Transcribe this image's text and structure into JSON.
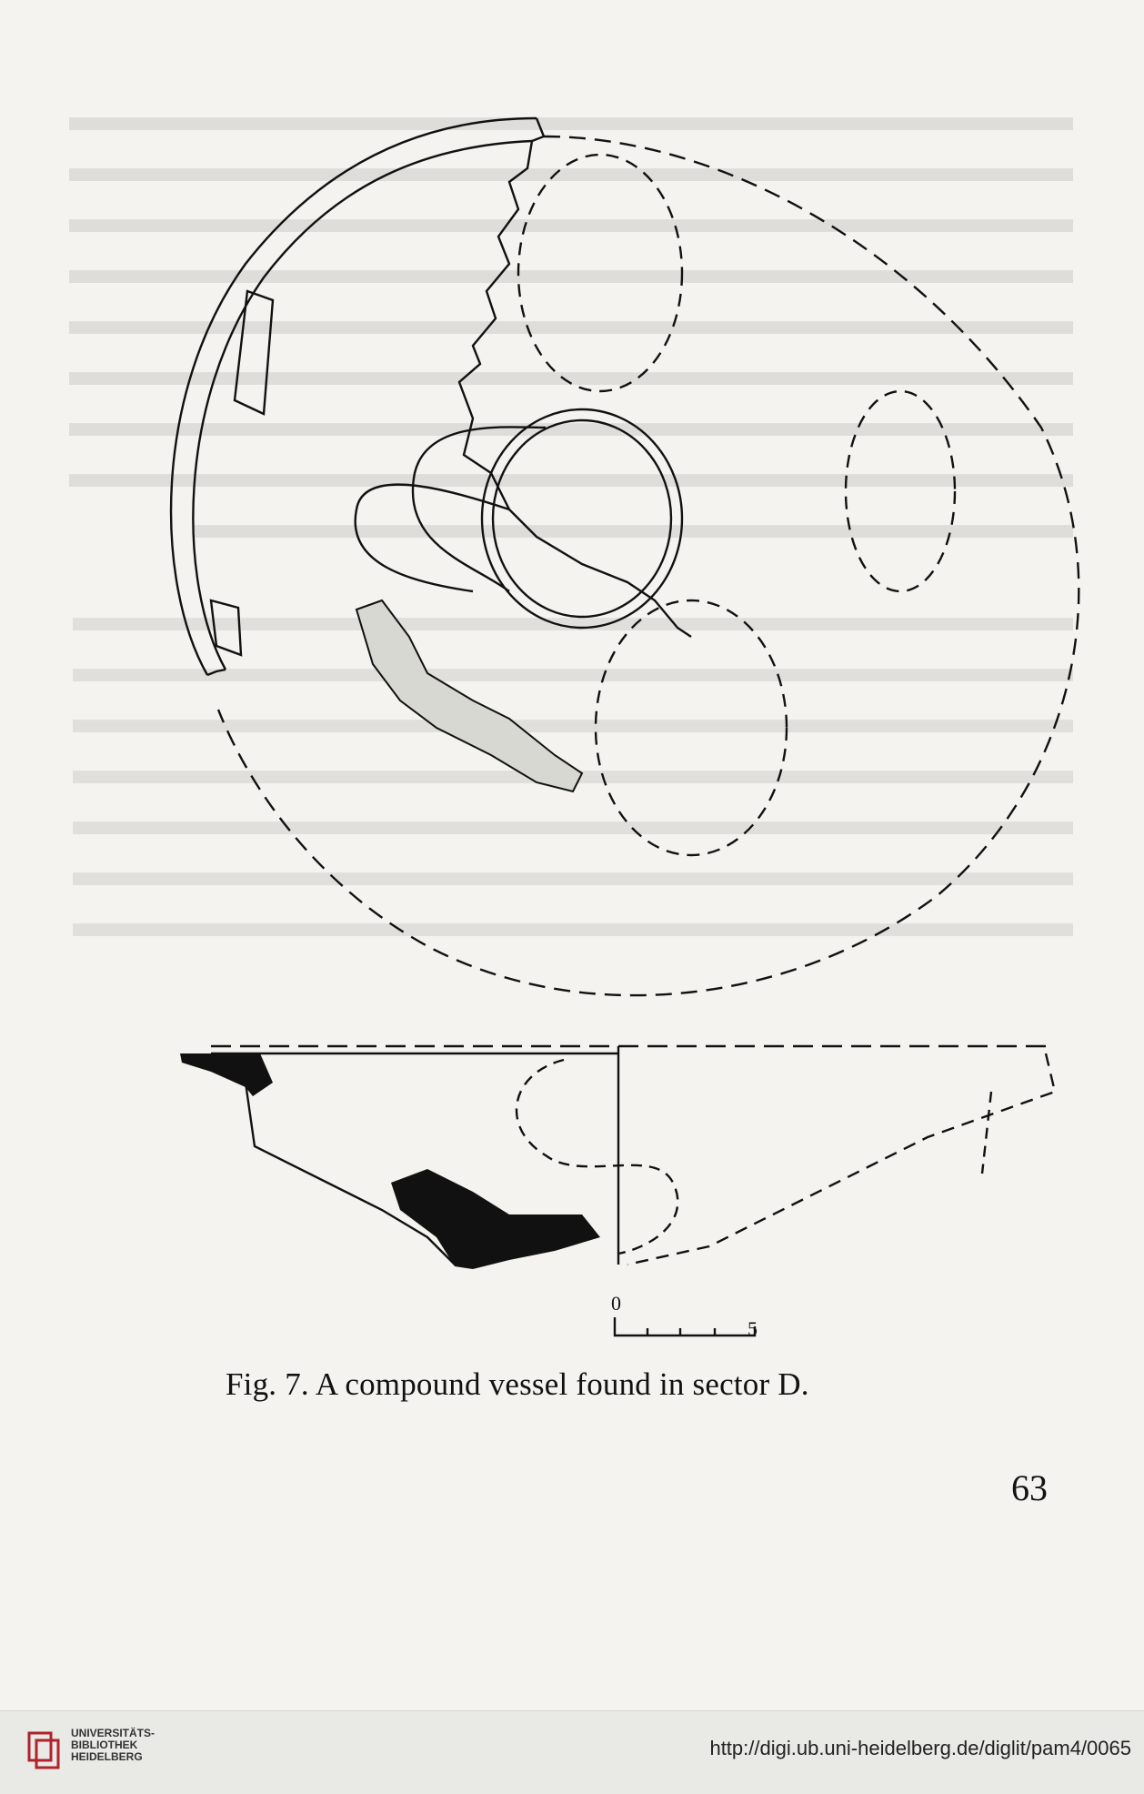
{
  "figure": {
    "caption": "Fig. 7. A compound vessel found in sector D.",
    "scale_zero": "0",
    "scale_five": "5"
  },
  "page": {
    "number": "63"
  },
  "footer": {
    "logo_line1": "UNIVERSITÄTS-",
    "logo_line2": "BIBLIOTHEK",
    "logo_line3": "HEIDELBERG",
    "url": "http://digi.ub.uni-heidelberg.de/diglit/pam4/0065"
  },
  "colors": {
    "ink": "#111111",
    "paper": "#f4f3ef",
    "logo_red": "#b0222c"
  }
}
